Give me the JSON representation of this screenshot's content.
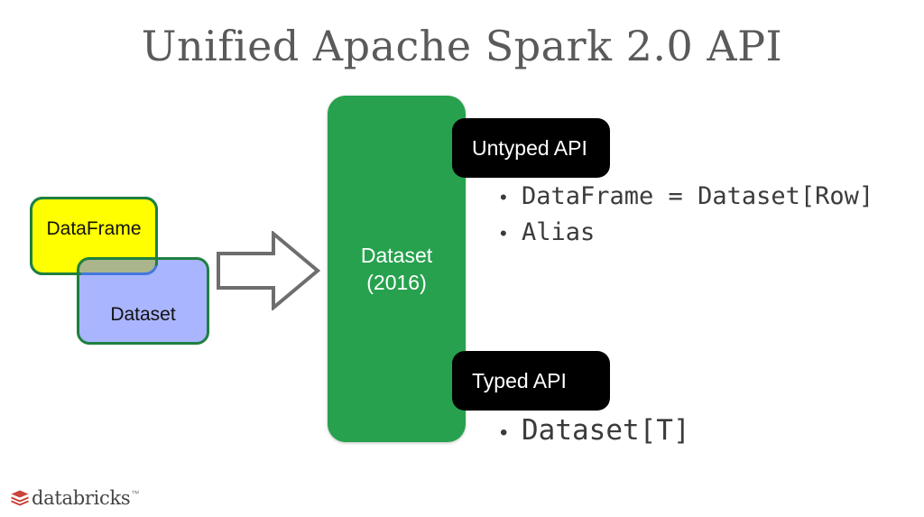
{
  "slide": {
    "title": "Unified Apache Spark 2.0 API",
    "background_color": "#ffffff",
    "title_color": "#5a5a5a"
  },
  "legacy_shapes": {
    "dataframe": {
      "label": "DataFrame",
      "fill_color": "#ffff00",
      "border_color": "#2176b8"
    },
    "dataset": {
      "label": "Dataset",
      "fill_color": "#6478ff",
      "border_color": "#1e8040"
    },
    "arrow": {
      "icon": "right-block-arrow-icon",
      "stroke_color": "#6e6e6e"
    }
  },
  "unified": {
    "panel": {
      "line1": "Dataset",
      "line2": "(2016)",
      "fill_color": "#27a14e",
      "text_color": "#ffffff"
    }
  },
  "apis": [
    {
      "chip_label": "Untyped API",
      "chip_bg": "#000000",
      "chip_fg": "#ffffff",
      "bullets": [
        {
          "marker": "•",
          "text": "DataFrame = Dataset[Row]"
        },
        {
          "marker": "•",
          "text": "Alias"
        }
      ]
    },
    {
      "chip_label": "Typed API",
      "chip_bg": "#000000",
      "chip_fg": "#ffffff",
      "bullets": [
        {
          "marker": "•",
          "text": "Dataset[T]"
        }
      ]
    }
  ],
  "footer": {
    "logo_wordmark": "databricks",
    "logo_trademark": "™",
    "logo_mark_icon": "databricks-stacked-layers-icon",
    "logo_mark_color": "#c8392f",
    "logo_word_color": "#444444"
  }
}
